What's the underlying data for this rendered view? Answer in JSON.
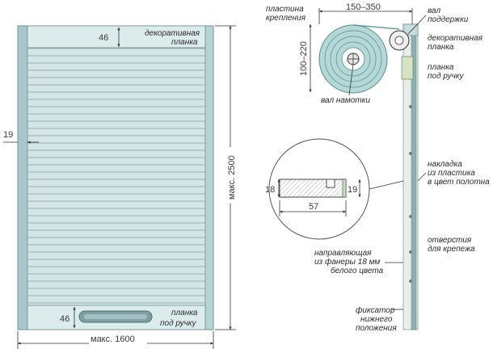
{
  "front_view": {
    "decorative_strip_label": [
      "декоративная",
      "планка"
    ],
    "handle_strip_label": [
      "планка",
      "под ручку"
    ],
    "dim_top_strip": "46",
    "dim_bottom_strip": "46",
    "dim_side_guide": "19",
    "dim_width_max": "макс. 1600",
    "dim_height_max": "макс. 2500"
  },
  "side_view": {
    "mounting_plate_label": [
      "пластина",
      "крепления"
    ],
    "dim_roll_width": "150–350",
    "dim_roll_height": "100–220",
    "support_shaft_label": [
      "вал",
      "поддержки"
    ],
    "decorative_strip_label": [
      "декоративная",
      "планка"
    ],
    "handle_strip_label": [
      "планка",
      "под ручку"
    ],
    "winding_shaft_label": "вал намотки",
    "plastic_cover_label": [
      "накладка",
      "из пластика",
      "в цвет полотна"
    ],
    "fastening_holes_label": [
      "отверстия",
      "для крепежа"
    ],
    "guide_label": [
      "направляющая",
      "из фанеры 18 мм",
      "белого цвета"
    ],
    "lower_lock_label": [
      "фиксатор",
      "нижнего",
      "положения"
    ]
  },
  "profile_detail": {
    "dim_height": "18",
    "dim_right": "19",
    "dim_width": "57"
  },
  "colors": {
    "panel": "#c2d9dc",
    "panel_dark": "#8fb3b8",
    "roll": "#a9cfcf",
    "guide": "#e6ece8",
    "accent": "#3b8a8f"
  }
}
